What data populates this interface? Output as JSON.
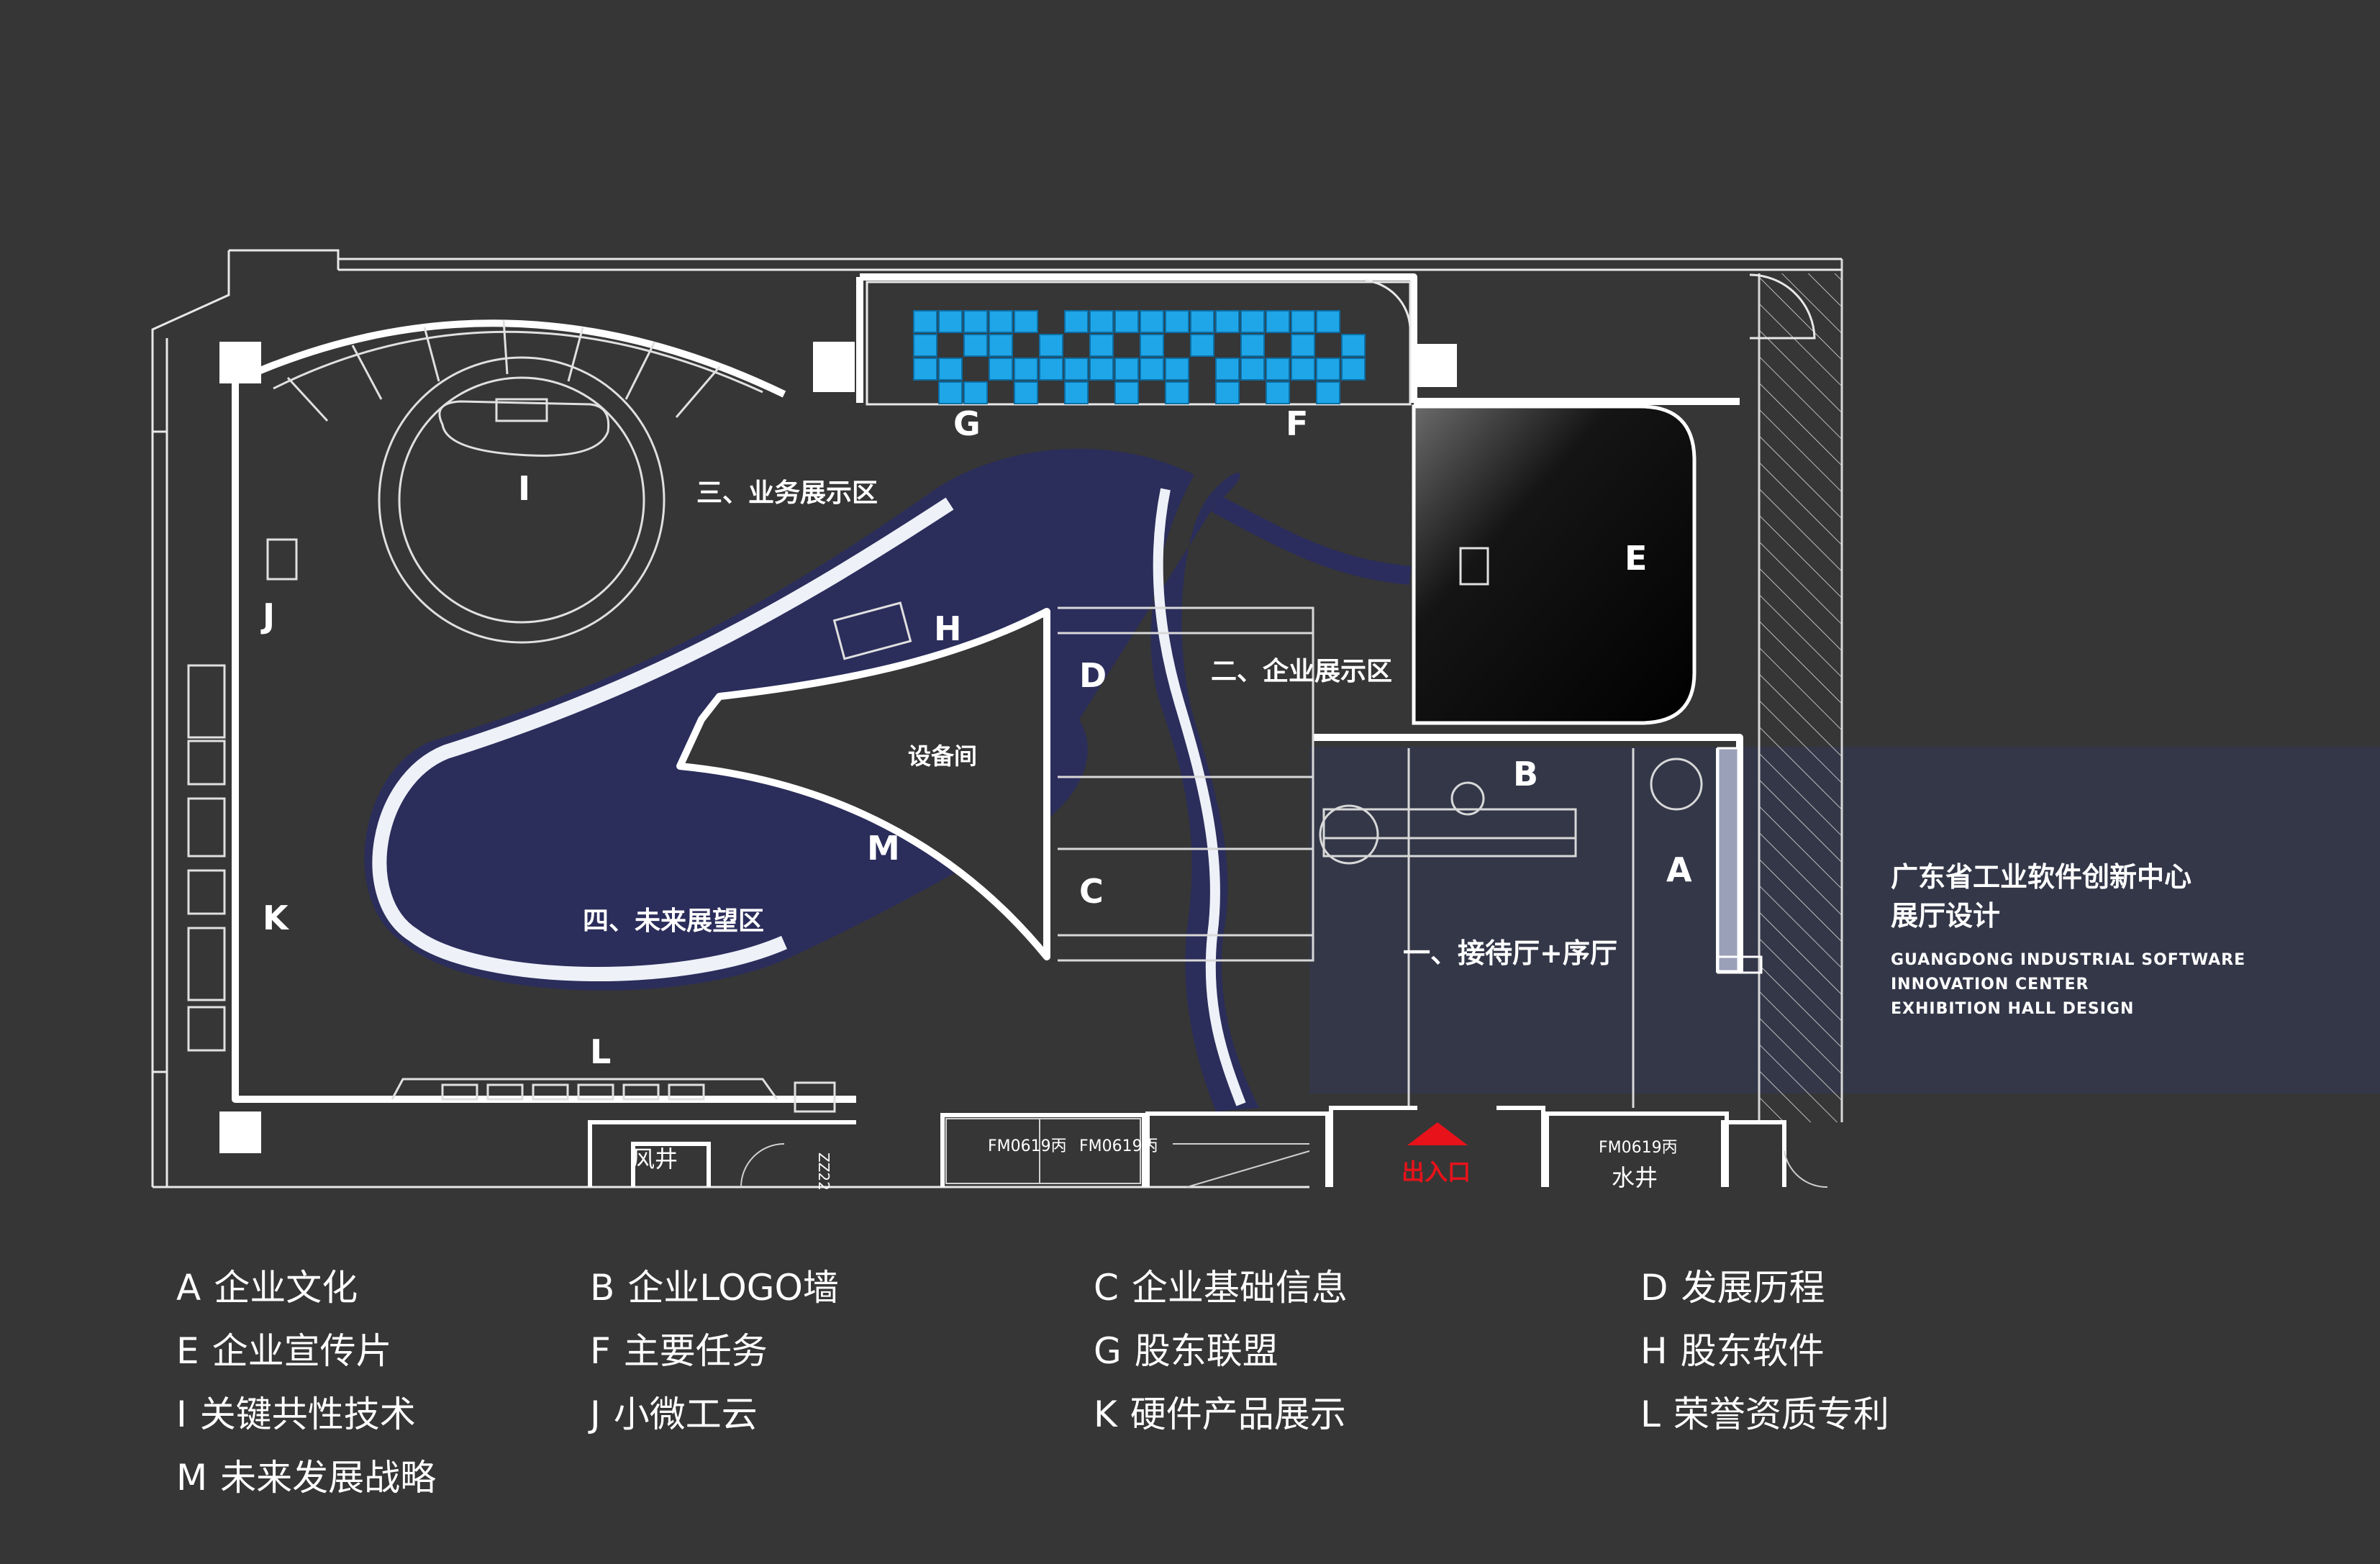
{
  "title": {
    "cn_line1": "广东省工业软件创新中心",
    "cn_line2": "展厅设计",
    "en_line1": "GUANGDONG INDUSTRIAL SOFTWARE",
    "en_line2": "INNOVATION CENTER",
    "en_line3": "EXHIBITION HALL DESIGN"
  },
  "zones": {
    "zone1": "一、接待厅+序厅",
    "zone2": "二、企业展示区",
    "zone3": "三、业务展示区",
    "zone4": "四、未来展望区",
    "equipment_room": "设备间"
  },
  "markers": {
    "A": "A",
    "B": "B",
    "C": "C",
    "D": "D",
    "E": "E",
    "F": "F",
    "G": "G",
    "H": "H",
    "I": "I",
    "J": "J",
    "K": "K",
    "L": "L",
    "M": "M"
  },
  "rooms": {
    "entrance": "出入口",
    "air_shaft": "风井",
    "water_shaft": "水井",
    "door1": "FM0619丙",
    "door2": "FM0619丙",
    "door3": "FM0619丙",
    "stair_code": "ZZ22"
  },
  "legend": [
    {
      "key": "A",
      "label": "企业文化"
    },
    {
      "key": "B",
      "label": "企业LOGO墙"
    },
    {
      "key": "C",
      "label": "企业基础信息"
    },
    {
      "key": "D",
      "label": "发展历程"
    },
    {
      "key": "E",
      "label": "企业宣传片"
    },
    {
      "key": "F",
      "label": "主要任务"
    },
    {
      "key": "G",
      "label": "股东联盟"
    },
    {
      "key": "H",
      "label": "股东软件"
    },
    {
      "key": "I",
      "label": "关键共性技术"
    },
    {
      "key": "J",
      "label": "小微工云"
    },
    {
      "key": "K",
      "label": "硬件产品展示"
    },
    {
      "key": "L",
      "label": "荣誉资质专利"
    },
    {
      "key": "M",
      "label": "未来发展战略"
    }
  ],
  "colors": {
    "background": "#363636",
    "reception_panel": "#333748",
    "wall": "#ffffff",
    "path_outline": "#2b2d5e",
    "path_fill": "#eef1f8",
    "screen_blue": "#1ea6e8",
    "entrance_red": "#e8121a"
  }
}
